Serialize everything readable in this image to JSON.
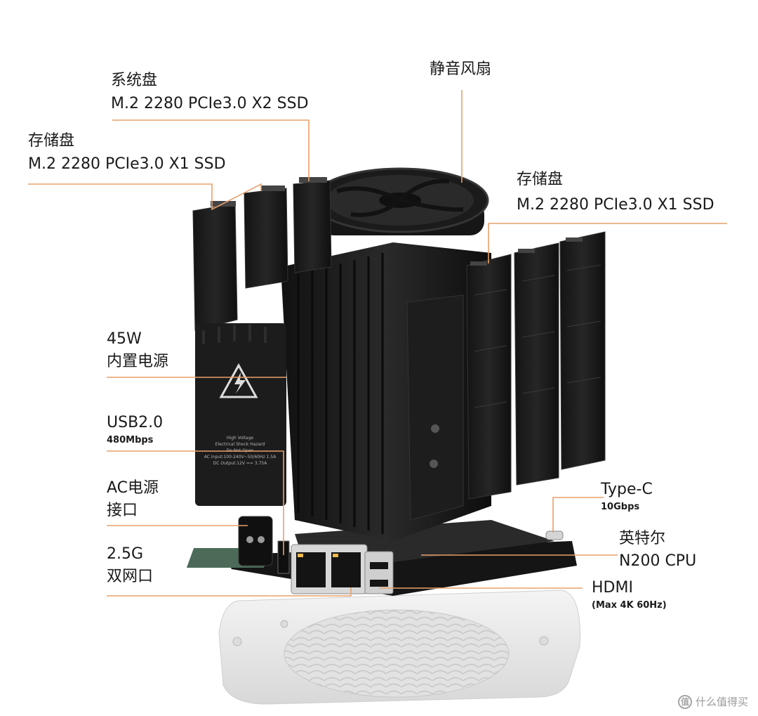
{
  "labels": {
    "sys_disk_title": "系统盘",
    "sys_disk_spec": "M.2 2280 PCIe3.0 X2 SSD",
    "fan": "静音风扇",
    "storage_left_title": "存储盘",
    "storage_left_spec": "M.2 2280 PCIe3.0 X1 SSD",
    "storage_right_title": "存储盘",
    "storage_right_spec": "M.2 2280 PCIe3.0 X1 SSD",
    "psu_watts": "45W",
    "psu_name": "内置电源",
    "usb_name": "USB2.0",
    "usb_speed": "480Mbps",
    "ac_line1": "AC电源",
    "ac_line2": "接口",
    "lan_line1": "2.5G",
    "lan_line2": "双网口",
    "typec_name": "Type-C",
    "typec_speed": "10Gbps",
    "cpu_brand": "英特尔",
    "cpu_model": "N200 CPU",
    "hdmi_name": "HDMI",
    "hdmi_spec": "(Max 4K 60Hz)"
  },
  "psu_warning_text": [
    "High Voltage",
    "Electrical Shock Hazard",
    "Do Not Open",
    "AC Input:100-240V~50/60Hz 1.5A",
    "DC Output:12V == 3.75A"
  ],
  "watermark": "什么值得买",
  "colors": {
    "leader": "#e8a06a",
    "metal": "#1c1c1c",
    "metal_light": "#3a3a3a",
    "base_plate": "#ececec",
    "text": "#1a1a1a"
  }
}
